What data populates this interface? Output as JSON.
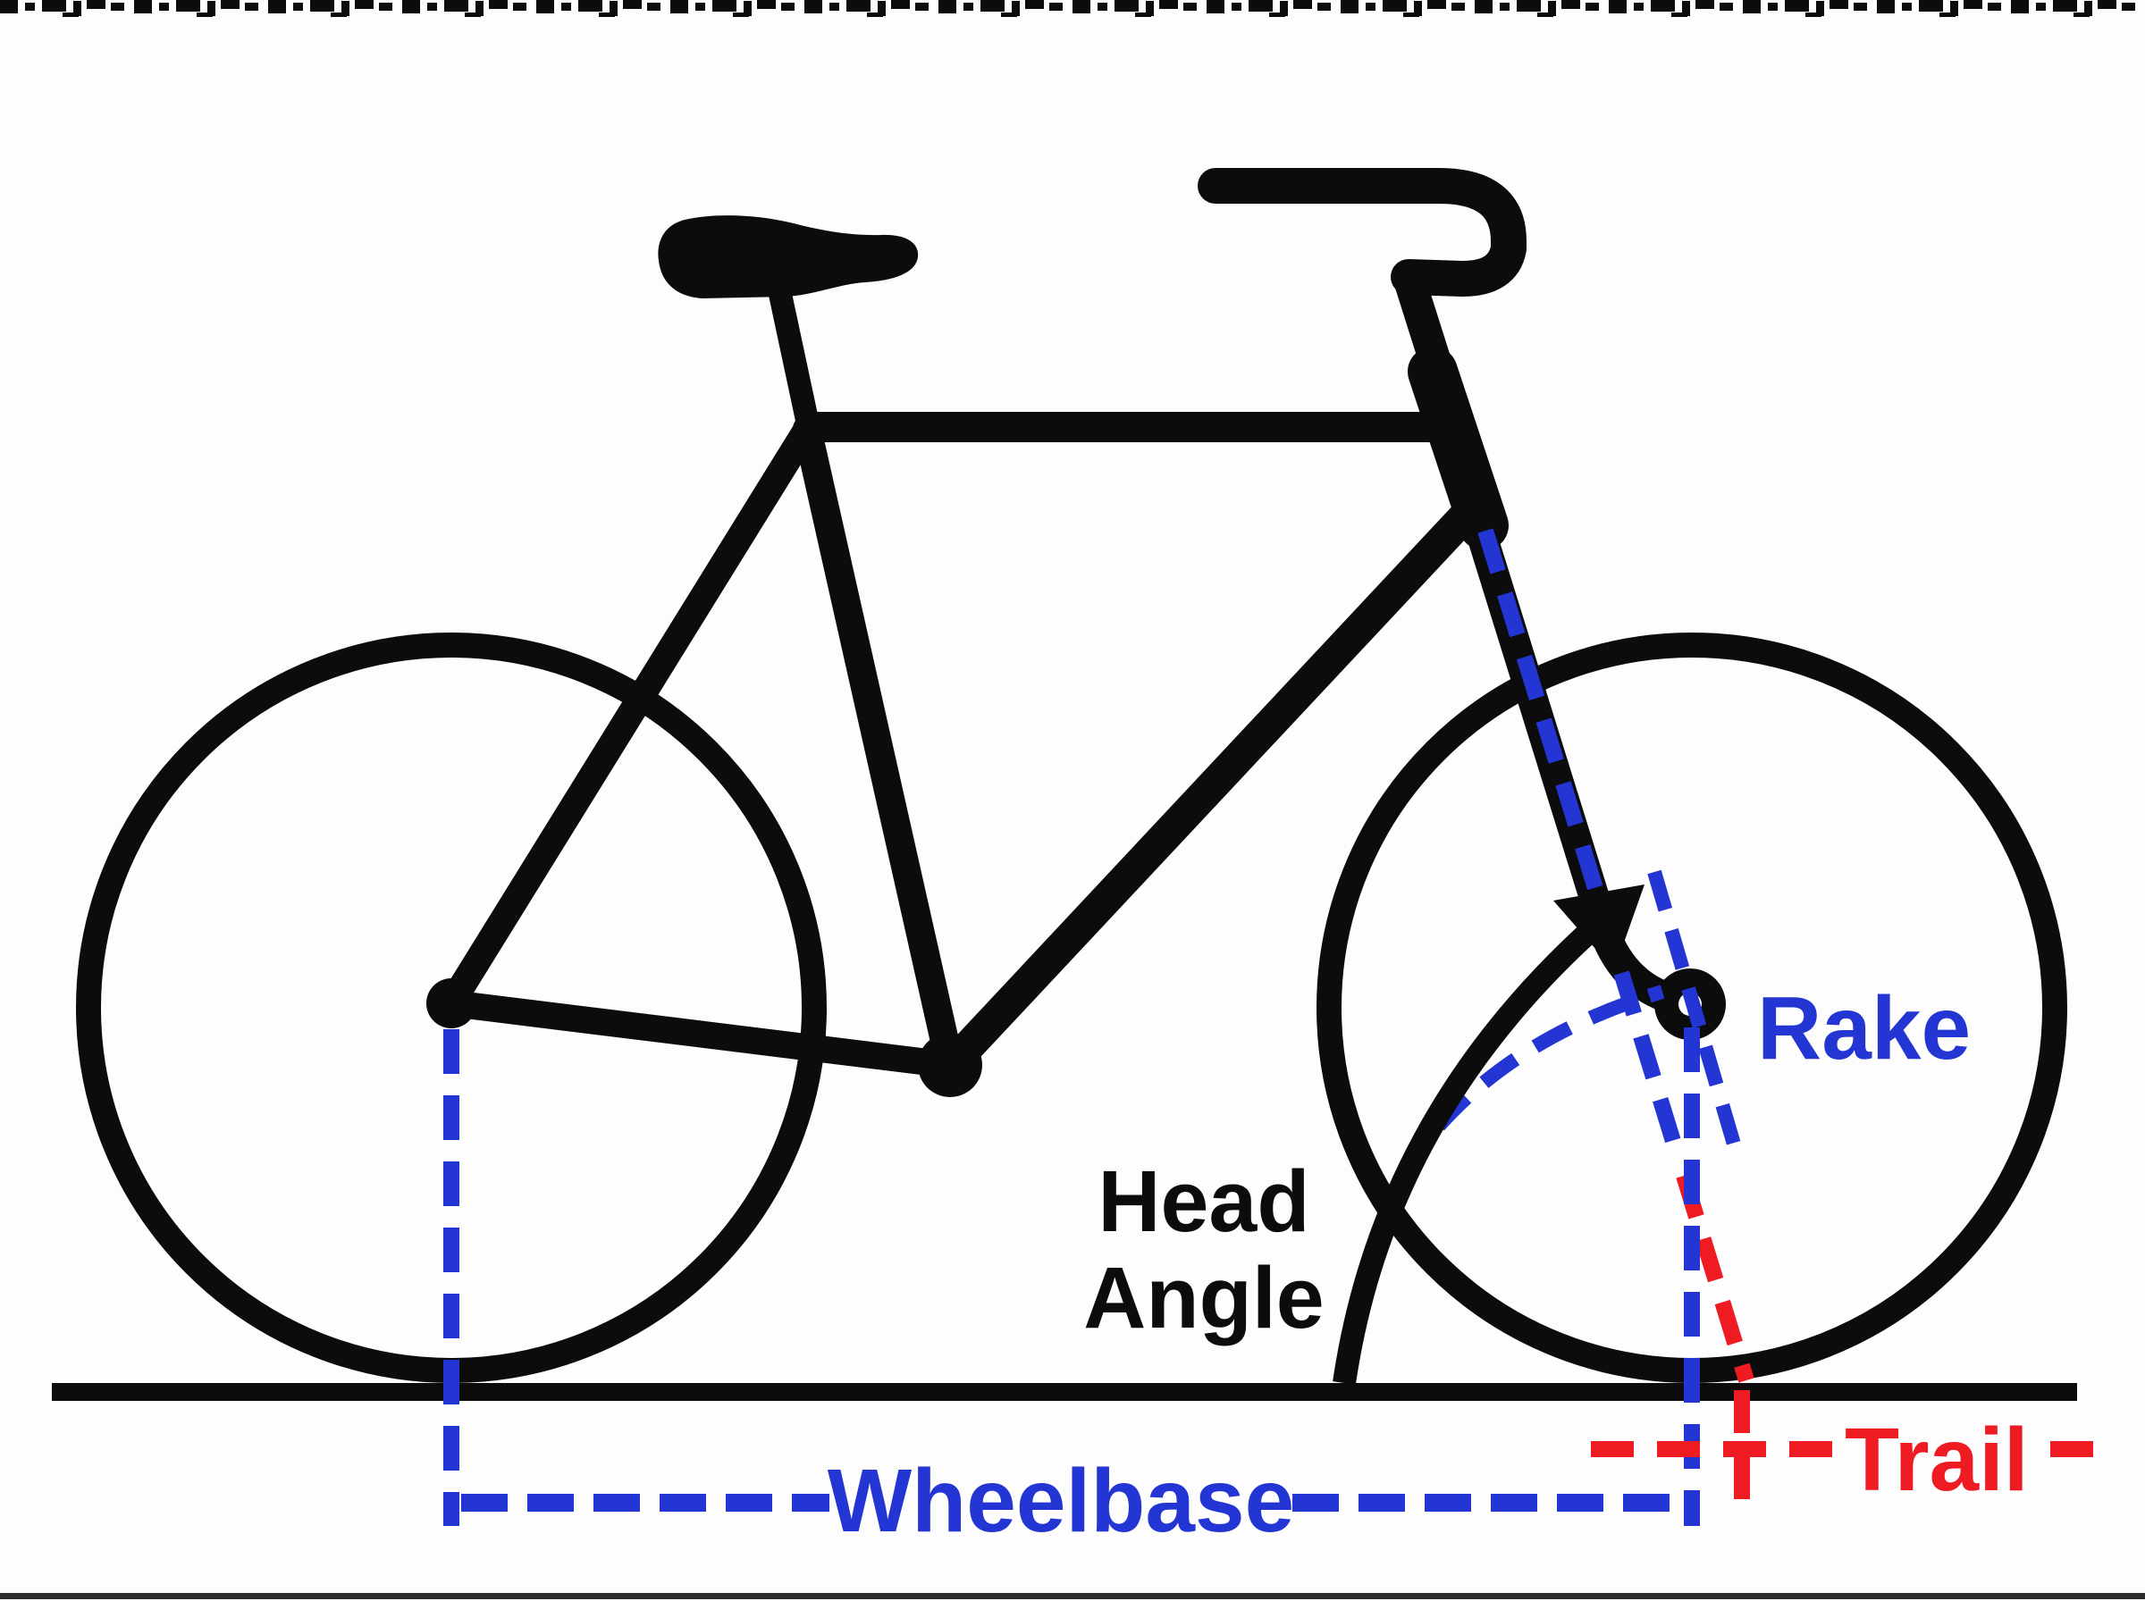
{
  "diagram": {
    "type": "bicycle-geometry-diagram",
    "labels": {
      "wheelbase": "Wheelbase",
      "head_angle_line1": "Head",
      "head_angle_line2": "Angle",
      "rake": "Rake",
      "trail": "Trail"
    },
    "colors": {
      "annotation_blue": "#2336d4",
      "annotation_red": "#ee1b22",
      "ink_black": "#0c0c0c",
      "background": "#fdfdfd"
    }
  }
}
